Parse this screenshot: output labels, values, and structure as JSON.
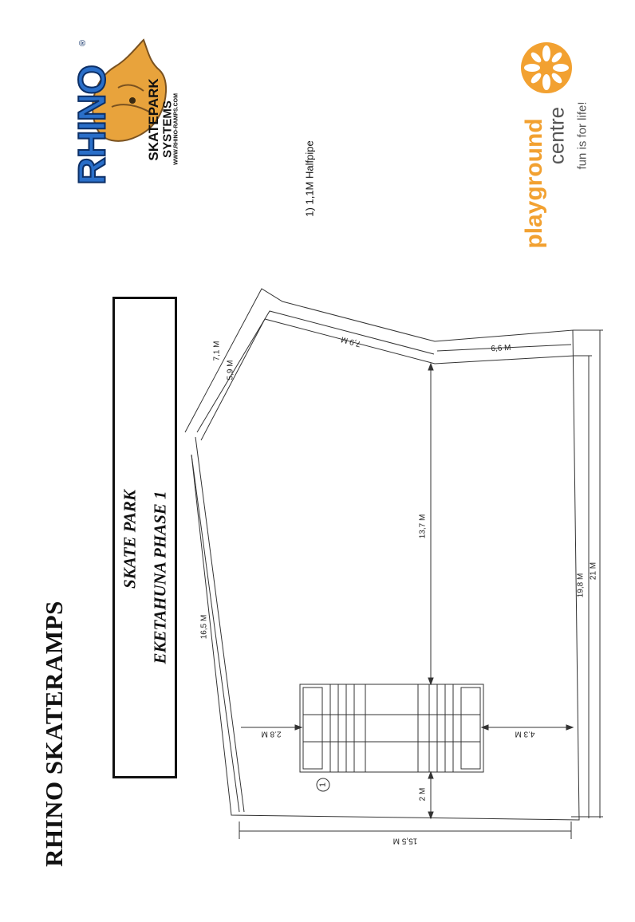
{
  "document": {
    "heading": "RHINO SKATERAMPS",
    "title_line1": "SKATE PARK",
    "title_line2": "EKETAHUNA PHASE 1",
    "legend_item": "1) 1,1M Halfpipe",
    "item_marker": "1"
  },
  "logos": {
    "rhino": {
      "wordmark": "RHINO",
      "line1": "SKATEPARK",
      "line2": "SYSTEMS",
      "url": "WWW.RHINO-RAMPS.COM",
      "registered": "®",
      "color_blue": "#2a6fc9",
      "color_orange": "#e8a33c"
    },
    "playground": {
      "word1": "playground",
      "word2": "centre",
      "tagline": "fun is for life!",
      "color_orange": "#f2a131",
      "color_gray": "#555555"
    }
  },
  "dimensions": {
    "d_7_1": "7,1 M",
    "d_5_9": "5,9 M",
    "d_7_9": "7,9 M",
    "d_6_6": "6,6 M",
    "d_13_7": "13,7 M",
    "d_16_5": "16,5 M",
    "d_19_8": "19,8 M",
    "d_21": "21 M",
    "d_2_8": "2.8 M",
    "d_4_3": "4.3 M",
    "d_2": "2 M",
    "d_15_5": "15,5 M"
  }
}
